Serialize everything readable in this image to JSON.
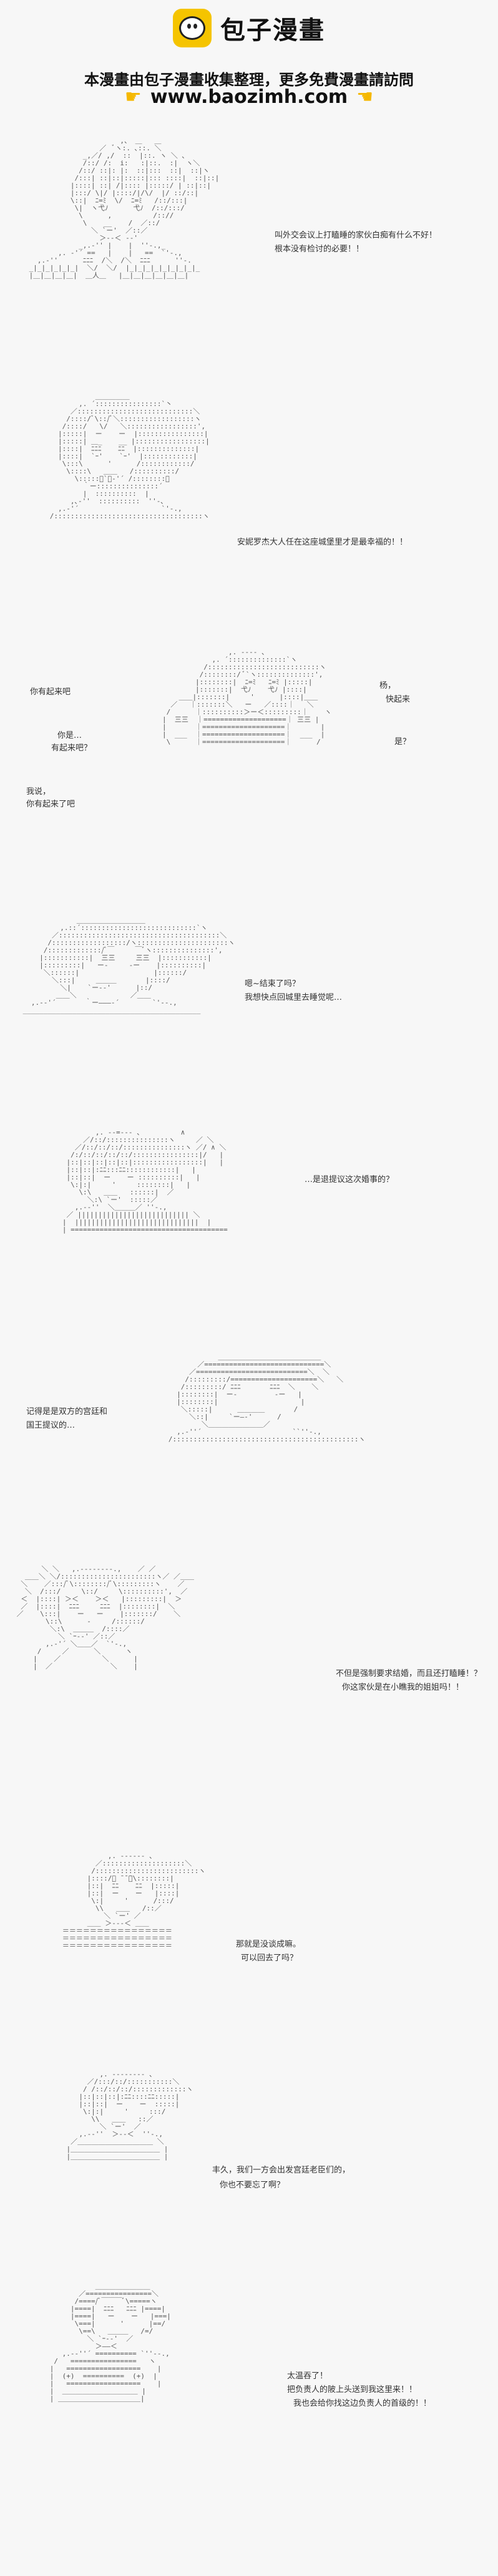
{
  "header": {
    "title": "包子漫畫",
    "tagline": "本漫畫由包子漫畫收集整理，更多免費漫畫請訪問",
    "url": "www.baozimh.com",
    "accent_color": "#f5c400"
  },
  "dialogue": {
    "p1_l1": "叫外交会议上打瞌睡的家伙白痴有什么不好！",
    "p1_l2": "根本没有检讨的必要！！",
    "p2_l1": "安妮罗杰大人任在这座城堡里才是最幸福的！！",
    "p3_left1": "你有起来吧",
    "p3_left2": "你是…",
    "p3_left3": "有起来吧？",
    "p3_left4": "我说，",
    "p3_left5": "你有起来了吧",
    "p3_right1": "杨，",
    "p3_right2": "快起来",
    "p3_right3": "是？",
    "p4_l1": "嗯~结束了吗？",
    "p4_l2": "我想快点回城里去睡觉呢…",
    "p5_l1": "…是退提议这次婚事的？",
    "p6_l1": "记得是是双方的宫廷和",
    "p6_l2": "国王提议的…",
    "p7_l1": "不但是强制要求结婚，而且还打瞌睡！？",
    "p7_l2": "你这家伙是在小瞧我的姐姐吗！！",
    "p8_l1": "那就是没谈成嘛。",
    "p8_l2": "可以回去了吗？",
    "p9_l1": "丰久，我们一方会出发宫廷老臣们的，",
    "p9_l2": "你也不要忘了啊？",
    "p10_l1": "太温吞了！",
    "p10_l2": "把负责人的陂上头送到我这里来！！",
    "p10_l3": "我也会给你找这边负责人的首级的！！"
  }
}
